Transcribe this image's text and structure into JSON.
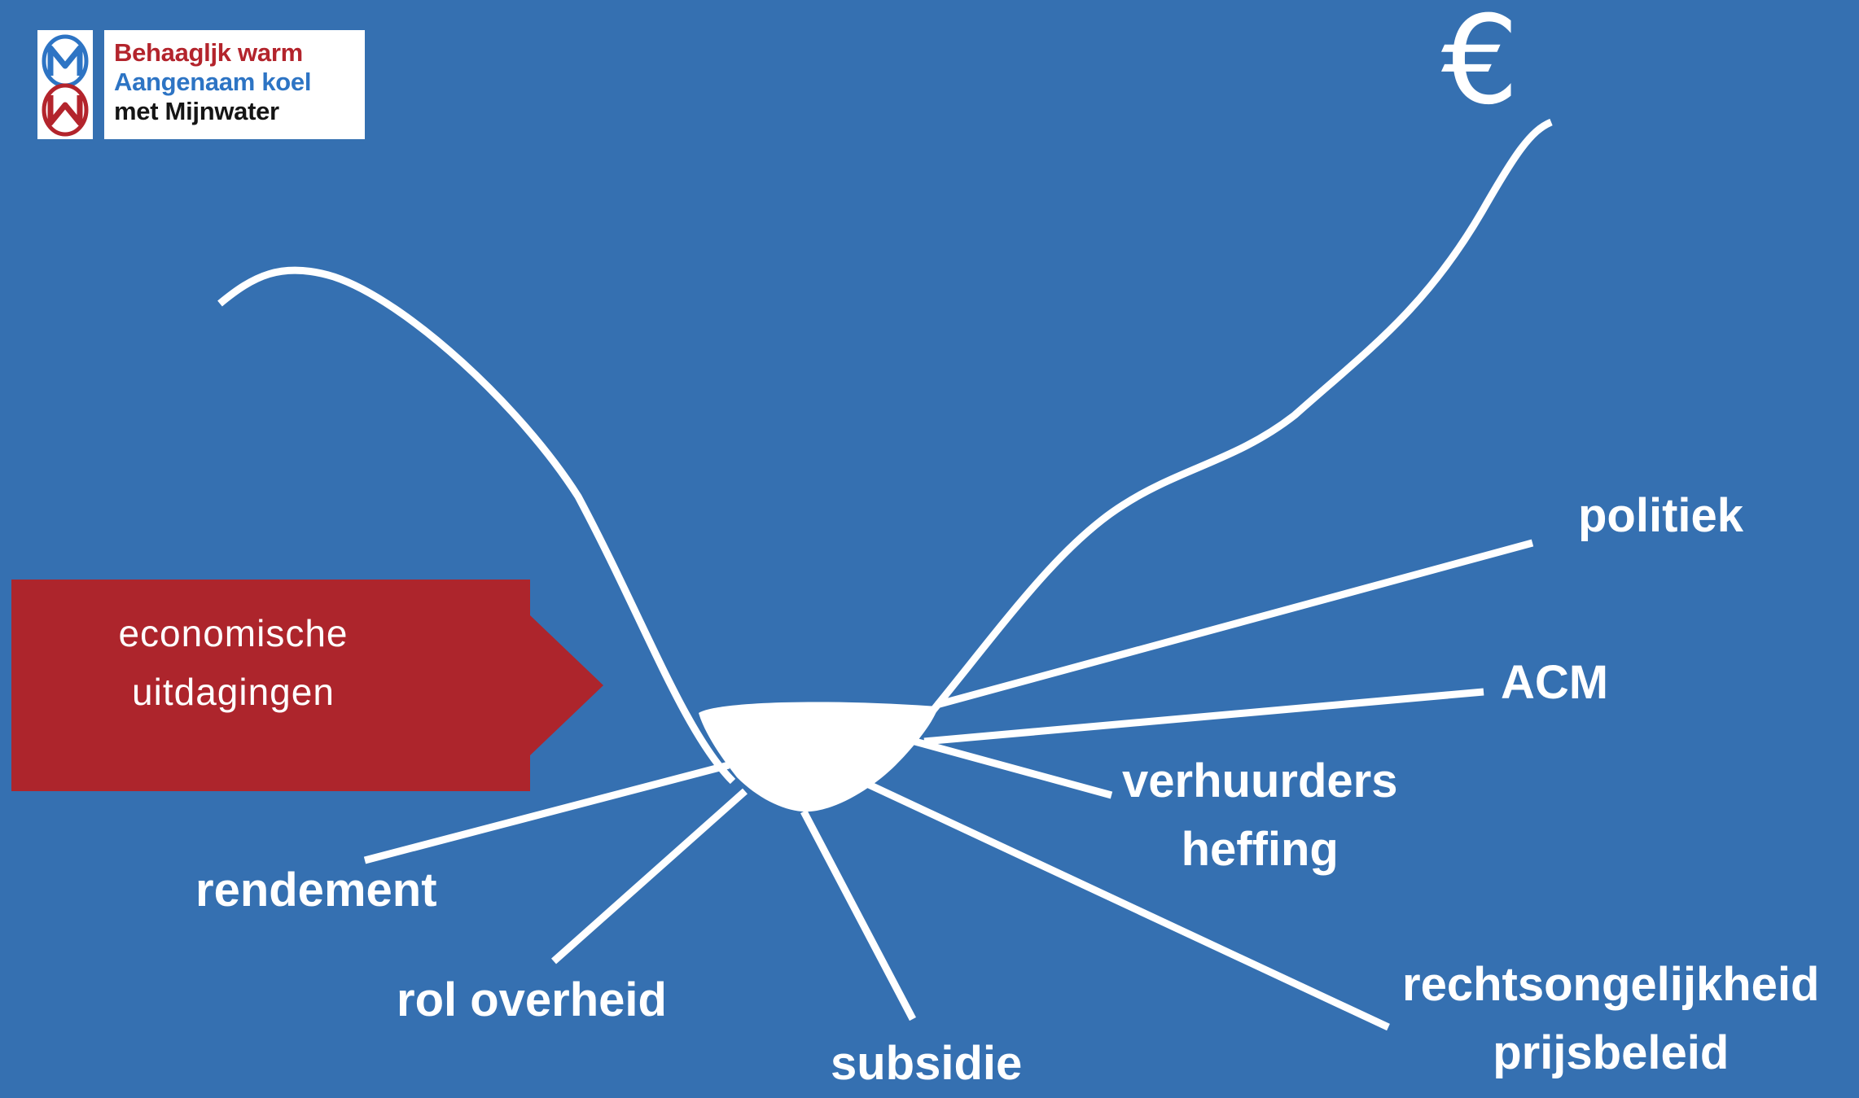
{
  "logo": {
    "line1": "Behaagljk warm",
    "line2": "Aangenaam koel",
    "line3": "met Mijnwater",
    "colors": {
      "red": "#b3242c",
      "blue": "#2d74c4",
      "dark": "#151515"
    }
  },
  "symbol": "€",
  "callout": {
    "line1": "economische",
    "line2": "uitdagingen",
    "color": "#ad252c"
  },
  "labels": {
    "politiek": "politiek",
    "acm": "ACM",
    "verhuurders_line1": "verhuurders",
    "verhuurders_line2": "heffing",
    "rechts_line1": "rechtsongelijkheid",
    "rechts_line2": "prijsbeleid",
    "subsidie": "subsidie",
    "rol_overheid": "rol overheid",
    "rendement": "rendement"
  },
  "colors": {
    "background": "#3570b1",
    "lines": "#ffffff"
  }
}
